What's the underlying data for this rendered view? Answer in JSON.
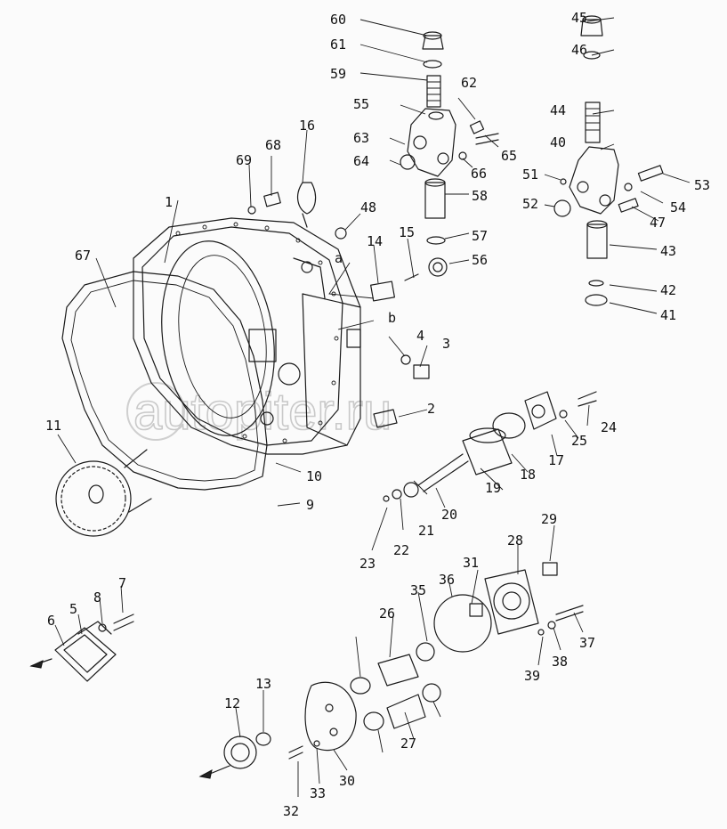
{
  "callouts": [
    "60",
    "61",
    "59",
    "55",
    "62",
    "63",
    "64",
    "66",
    "65",
    "58",
    "57",
    "56",
    "45",
    "46",
    "44",
    "40",
    "51",
    "52",
    "53",
    "54",
    "47",
    "43",
    "42",
    "41",
    "16",
    "68",
    "69",
    "48",
    "14",
    "15",
    "1",
    "67",
    "a",
    "b",
    "4",
    "3",
    "2",
    "11",
    "10",
    "9",
    "24",
    "25",
    "17",
    "18",
    "19",
    "20",
    "21",
    "22",
    "23",
    "29",
    "28",
    "31",
    "36",
    "35",
    "26",
    "37",
    "38",
    "39",
    "7",
    "8",
    "5",
    "6",
    "12",
    "13",
    "30",
    "32",
    "33",
    "27"
  ],
  "watermark": "autopiter.ru"
}
